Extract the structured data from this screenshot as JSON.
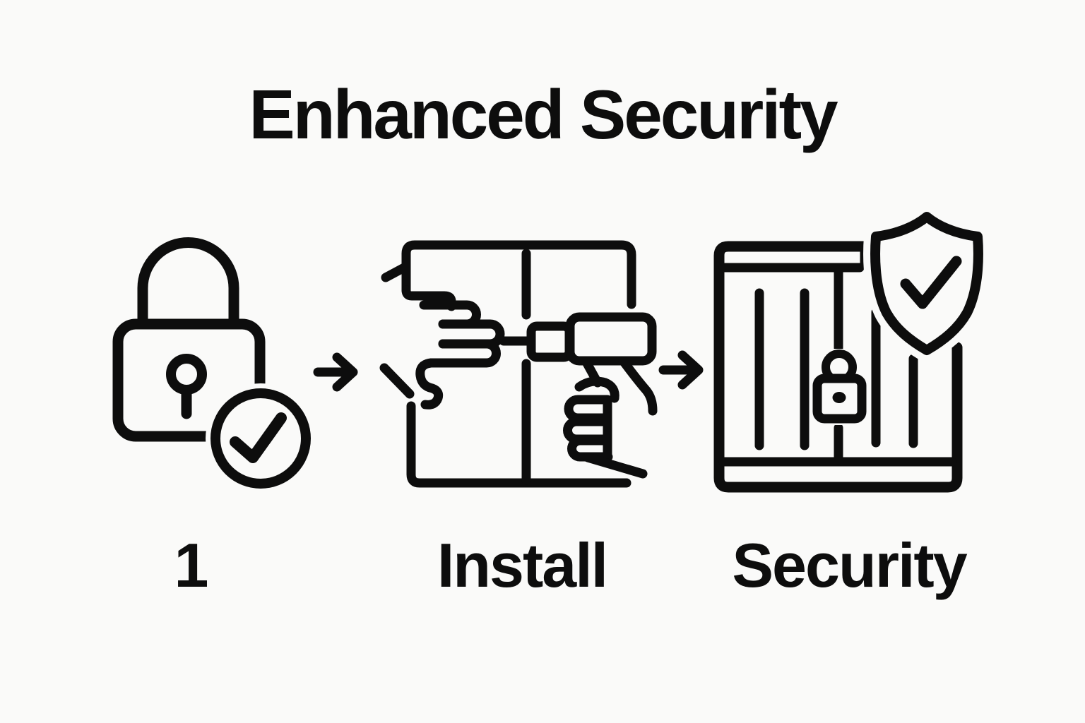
{
  "title": "Enhanced Security",
  "colors": {
    "ink": "#0d0d0d",
    "background": "#fafaf9"
  },
  "steps": [
    {
      "label": "1",
      "icon": "padlock-check-icon"
    },
    {
      "label": "Install",
      "icon": "install-drill-icon"
    },
    {
      "label": "Security",
      "icon": "security-gate-shield-icon"
    }
  ],
  "arrows": [
    {
      "icon": "arrow-right-icon"
    },
    {
      "icon": "arrow-right-icon"
    }
  ]
}
